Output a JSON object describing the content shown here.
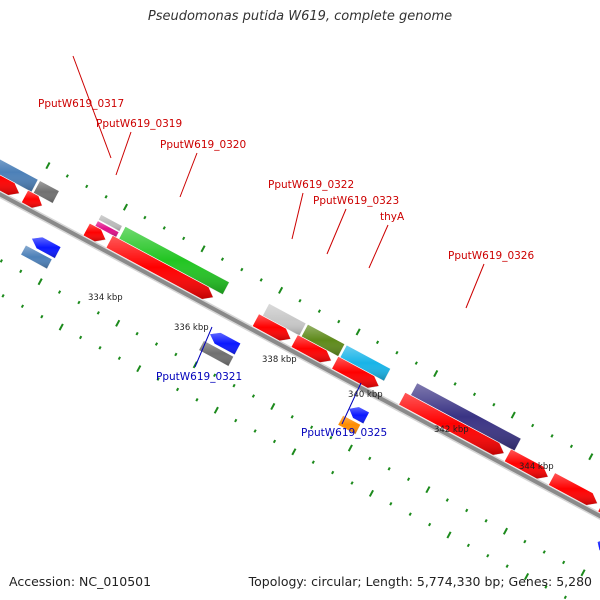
{
  "title": "Pseudomonas putida W619, complete genome",
  "accession": "Accession: NC_010501",
  "stats": "Topology: circular; Length: 5,774,330 bp; Genes: 5,280",
  "colors": {
    "backbone": "#8a8a8a",
    "tick": "#1c8a1c",
    "forward_label": "#cc0000",
    "reverse_label": "#0000bb",
    "cds": "#ff0000"
  },
  "scale": [
    {
      "name": "scale-label-334",
      "label": "334 kbp"
    },
    {
      "name": "scale-label-336",
      "label": "336 kbp"
    },
    {
      "name": "scale-label-338",
      "label": "338 kbp"
    },
    {
      "name": "scale-label-340",
      "label": "340 kbp"
    },
    {
      "name": "scale-label-342",
      "label": "342 kbp"
    },
    {
      "name": "scale-label-344",
      "label": "344 kbp"
    }
  ],
  "labels": [
    {
      "name": "gene-label-0317",
      "text": "PputW619_0317",
      "strand": "forward"
    },
    {
      "name": "gene-label-0319",
      "text": "PputW619_0319",
      "strand": "forward"
    },
    {
      "name": "gene-label-0320",
      "text": "PputW619_0320",
      "strand": "forward"
    },
    {
      "name": "gene-label-0322",
      "text": "PputW619_0322",
      "strand": "forward"
    },
    {
      "name": "gene-label-0323",
      "text": "PputW619_0323",
      "strand": "forward"
    },
    {
      "name": "gene-label-thya",
      "text": "thyA",
      "strand": "forward"
    },
    {
      "name": "gene-label-0326",
      "text": "PputW619_0326",
      "strand": "forward"
    },
    {
      "name": "gene-label-0321",
      "text": "PputW619_0321",
      "strand": "reverse"
    },
    {
      "name": "gene-label-0325",
      "text": "PputW619_0325",
      "strand": "reverse"
    }
  ]
}
